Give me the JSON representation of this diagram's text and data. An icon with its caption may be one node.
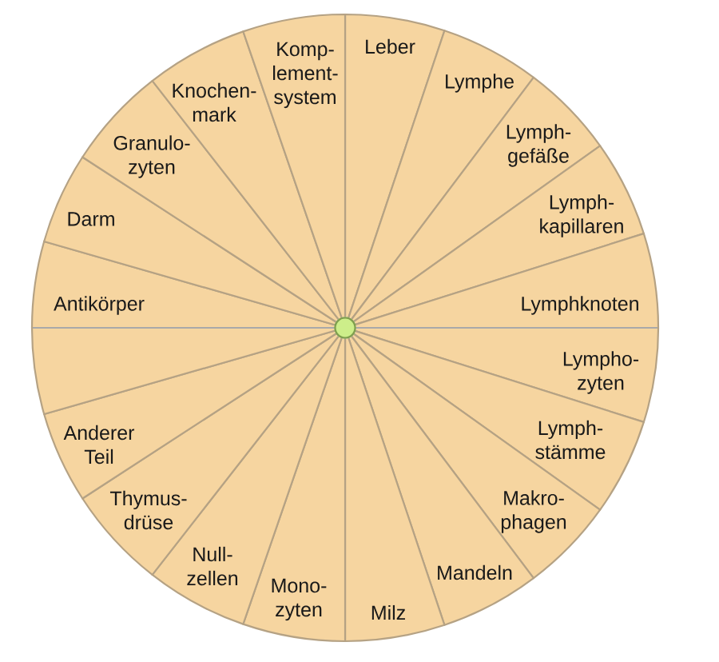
{
  "diagram": {
    "nodes": [
      {
        "text": [
          "Leber"
        ]
      },
      {
        "text": [
          "Lymphe"
        ]
      },
      {
        "text": [
          "Lymph- gefäße"
        ]
      },
      {
        "text": [
          "Lymph- kapillaren"
        ]
      },
      {
        "text": [
          "Lymphknoten"
        ]
      },
      {
        "text": [
          "Lympho- zyten"
        ]
      },
      {
        "text": [
          "Lymph- stämme"
        ]
      },
      {
        "text": [
          "Makro- phagen"
        ]
      },
      {
        "text": [
          "Mandeln"
        ]
      },
      {
        "text": [
          "Milz"
        ]
      },
      {
        "text": [
          "Mono- zyten"
        ]
      },
      {
        "text": [
          "Null- zellen"
        ]
      },
      {
        "text": [
          "Thymus- drüse"
        ]
      },
      {
        "text": [
          "Anderer Teil"
        ]
      },
      {
        "text": [],
        "shape": "wedge"
      },
      {
        "text": [
          "Antikörper"
        ]
      },
      {
        "text": [
          "Darm"
        ]
      },
      {
        "text": [
          "Granulo- zyten"
        ]
      },
      {
        "text": [
          "Knochen- mark"
        ]
      },
      {
        "text": [
          "Komp- lement- system"
        ]
      }
    ]
  }
}
